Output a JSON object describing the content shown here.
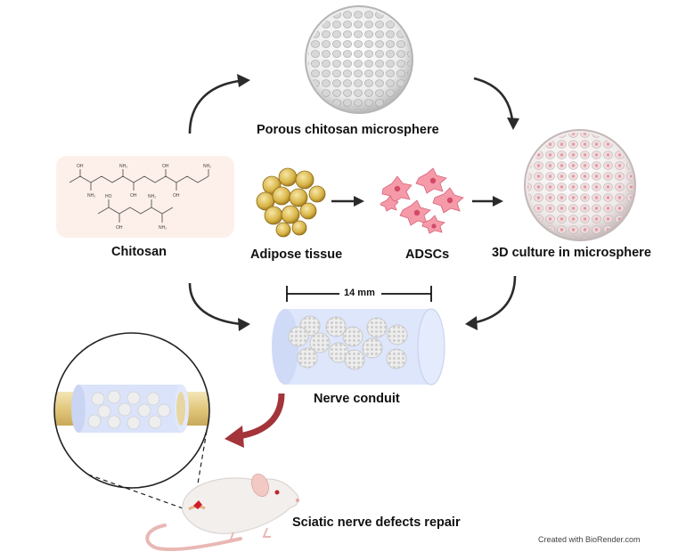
{
  "labels": {
    "porous_microsphere": "Porous chitosan microsphere",
    "chitosan": "Chitosan",
    "adipose_tissue": "Adipose tissue",
    "adscs": "ADSCs",
    "culture_3d": "3D culture in microsphere",
    "scale_bar": "14 mm",
    "nerve_conduit": "Nerve conduit",
    "sciatic_repair": "Sciatic nerve defects repair"
  },
  "credit": "Created with BioRender.com",
  "colors": {
    "arrow": "#2b2b2b",
    "red_arrow": "#a3343a",
    "conduit": "#dde6fb",
    "chitosan_bg": "#fdf0ea",
    "adipocyte": "#d9b44a",
    "adsc": "#f07a8e",
    "nerve": "#e9d59a"
  },
  "icons": [
    "porous-microsphere-icon",
    "chitosan-structure-icon",
    "adipose-tissue-icon",
    "adsc-cells-icon",
    "cell-laden-microsphere-icon",
    "nerve-conduit-icon",
    "magnified-conduit-icon",
    "rat-icon"
  ]
}
